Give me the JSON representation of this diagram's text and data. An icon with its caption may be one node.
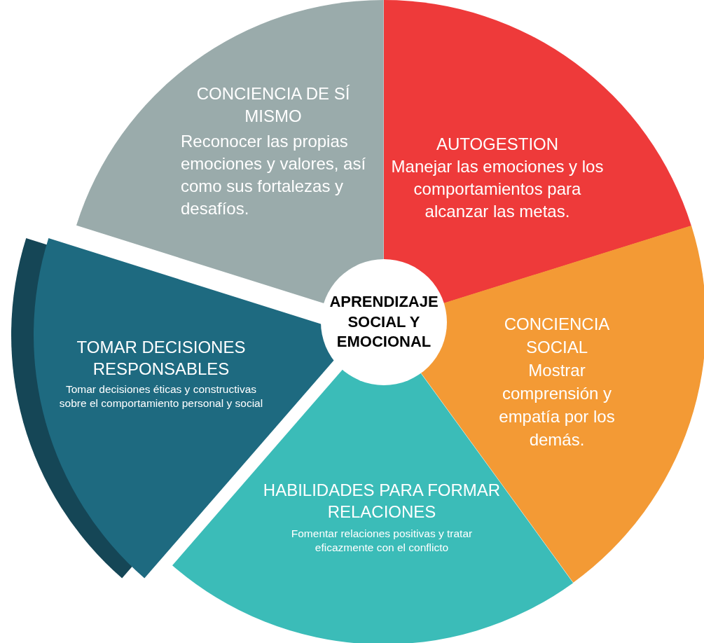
{
  "diagram": {
    "nodes": [
      {
        "text": [
          "CONCIENCIA DE SÍ MISMO",
          "Reconocer las propias emociones y valores, así como sus fortalezas y desafíos."
        ]
      },
      {
        "text": [
          "AUTOGESTION",
          "Manejar las emociones y los comportamientos para alcanzar las metas."
        ]
      },
      {
        "text": [
          "APRENDIZAJE SOCIAL Y EMOCIONAL"
        ]
      },
      {
        "text": [
          "TOMAR DECISIONES RESPONSABLES",
          "Tomar decisiones éticas y constructivas sobre el comportamiento personal y social"
        ]
      },
      {
        "text": [
          "CONCIENCIA SOCIAL",
          "Mostrar comprensión y empatía por los demás."
        ]
      },
      {
        "text": [
          "HABILIDADES PARA FORMAR RELACIONES",
          "Fomentar relaciones positivas y tratar eficazmente con el conflicto"
        ]
      }
    ]
  }
}
